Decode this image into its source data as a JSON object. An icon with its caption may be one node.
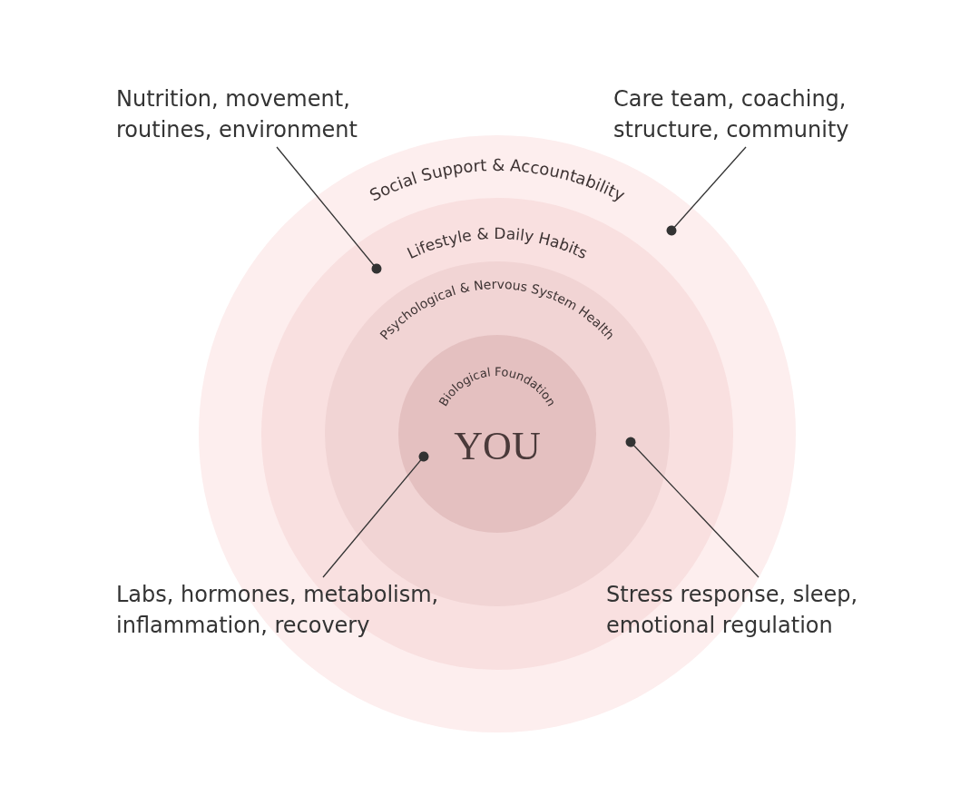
{
  "diagram": {
    "nodes": [
      {
        "text": [
          "Social Support & Accountability"
        ]
      },
      {
        "text": [
          "Lifestyle & Daily Habits"
        ],
        "in": 0
      },
      {
        "text": [
          "Psychological & Nervous System Health"
        ],
        "in": 1
      },
      {
        "text": [
          "Biological Foundation",
          "YOU"
        ],
        "in": 2
      },
      {
        "text": [
          "Nutrition, movement, routines, environment"
        ]
      },
      {
        "text": [
          "Care team, coaching, structure, community"
        ]
      },
      {
        "text": [
          "Labs, hormones, metabolism, inflammation, recovery"
        ]
      },
      {
        "text": [
          "Stress response, sleep, emotional regulation"
        ]
      }
    ],
    "edges": [
      {
        "from": 4,
        "to": 1,
        "arrow": "other"
      },
      {
        "from": 5,
        "to": 0,
        "arrow": "other"
      },
      {
        "from": 6,
        "to": 3,
        "arrow": "other"
      },
      {
        "from": 7,
        "to": 2,
        "arrow": "other"
      }
    ]
  }
}
